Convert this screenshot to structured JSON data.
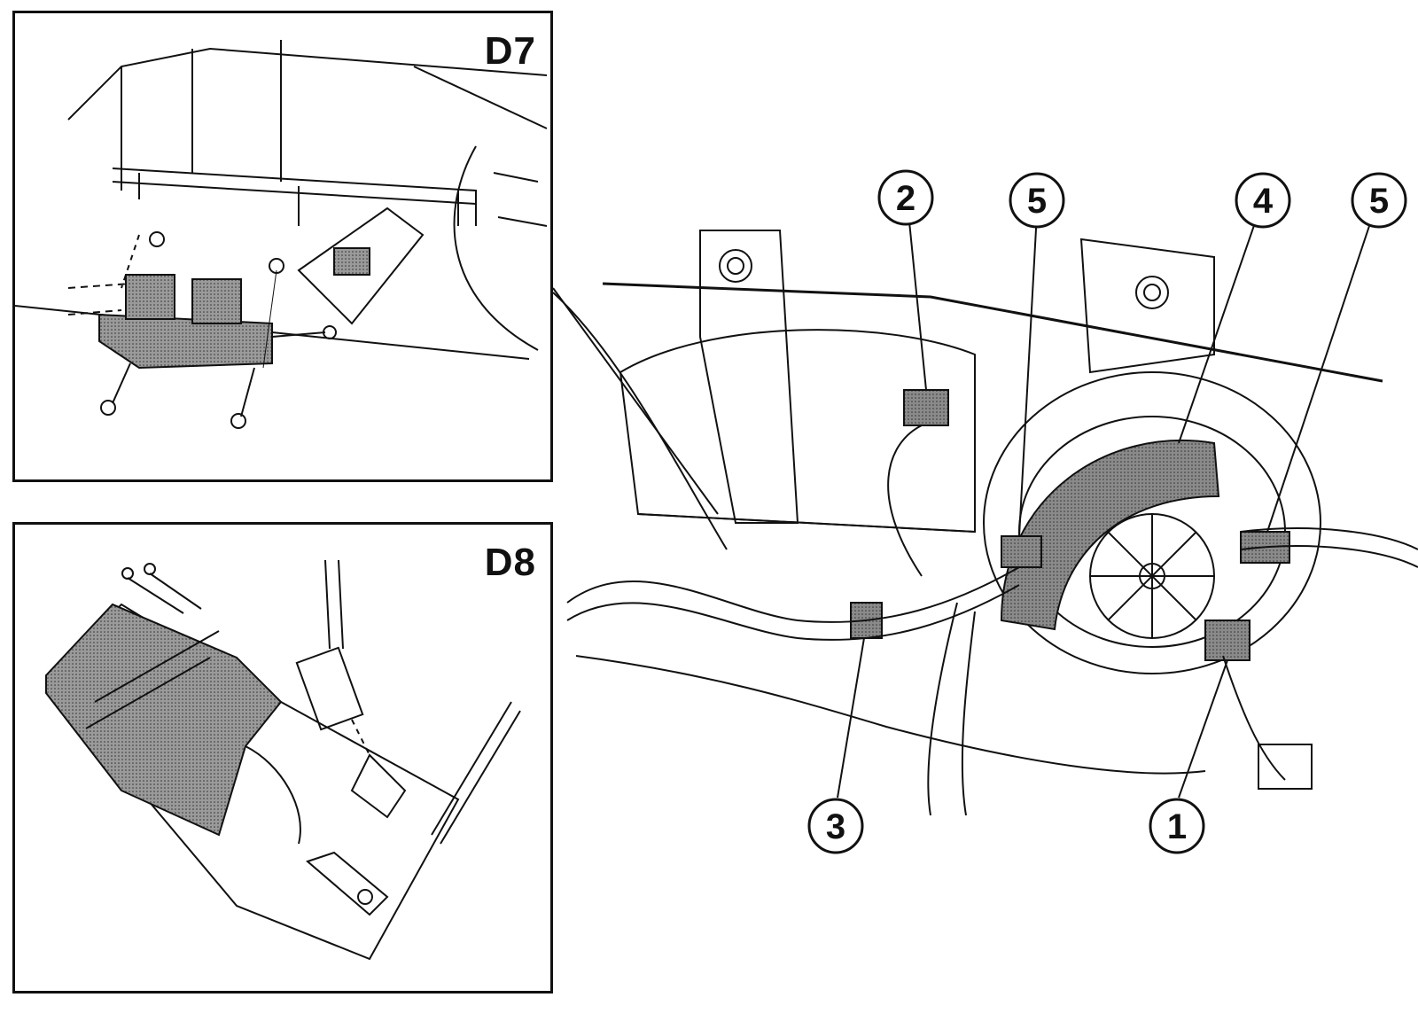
{
  "panels": {
    "d7": {
      "label": "D7"
    },
    "d8": {
      "label": "D8"
    }
  },
  "callouts": [
    "2",
    "5",
    "4",
    "5",
    "3",
    "1"
  ],
  "colors": {
    "line": "#111111",
    "shade": "#8a8a8a",
    "background": "#ffffff"
  }
}
